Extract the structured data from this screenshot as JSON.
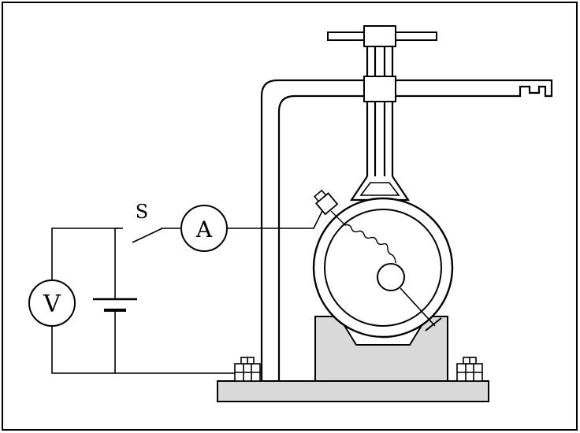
{
  "labels": {
    "switch": "S",
    "ammeter": "A",
    "voltmeter": "V"
  },
  "colors": {
    "stroke": "#000000",
    "background": "#ffffff",
    "block_fill": "#d9d9d9",
    "base_fill": "#d9d9d9"
  }
}
